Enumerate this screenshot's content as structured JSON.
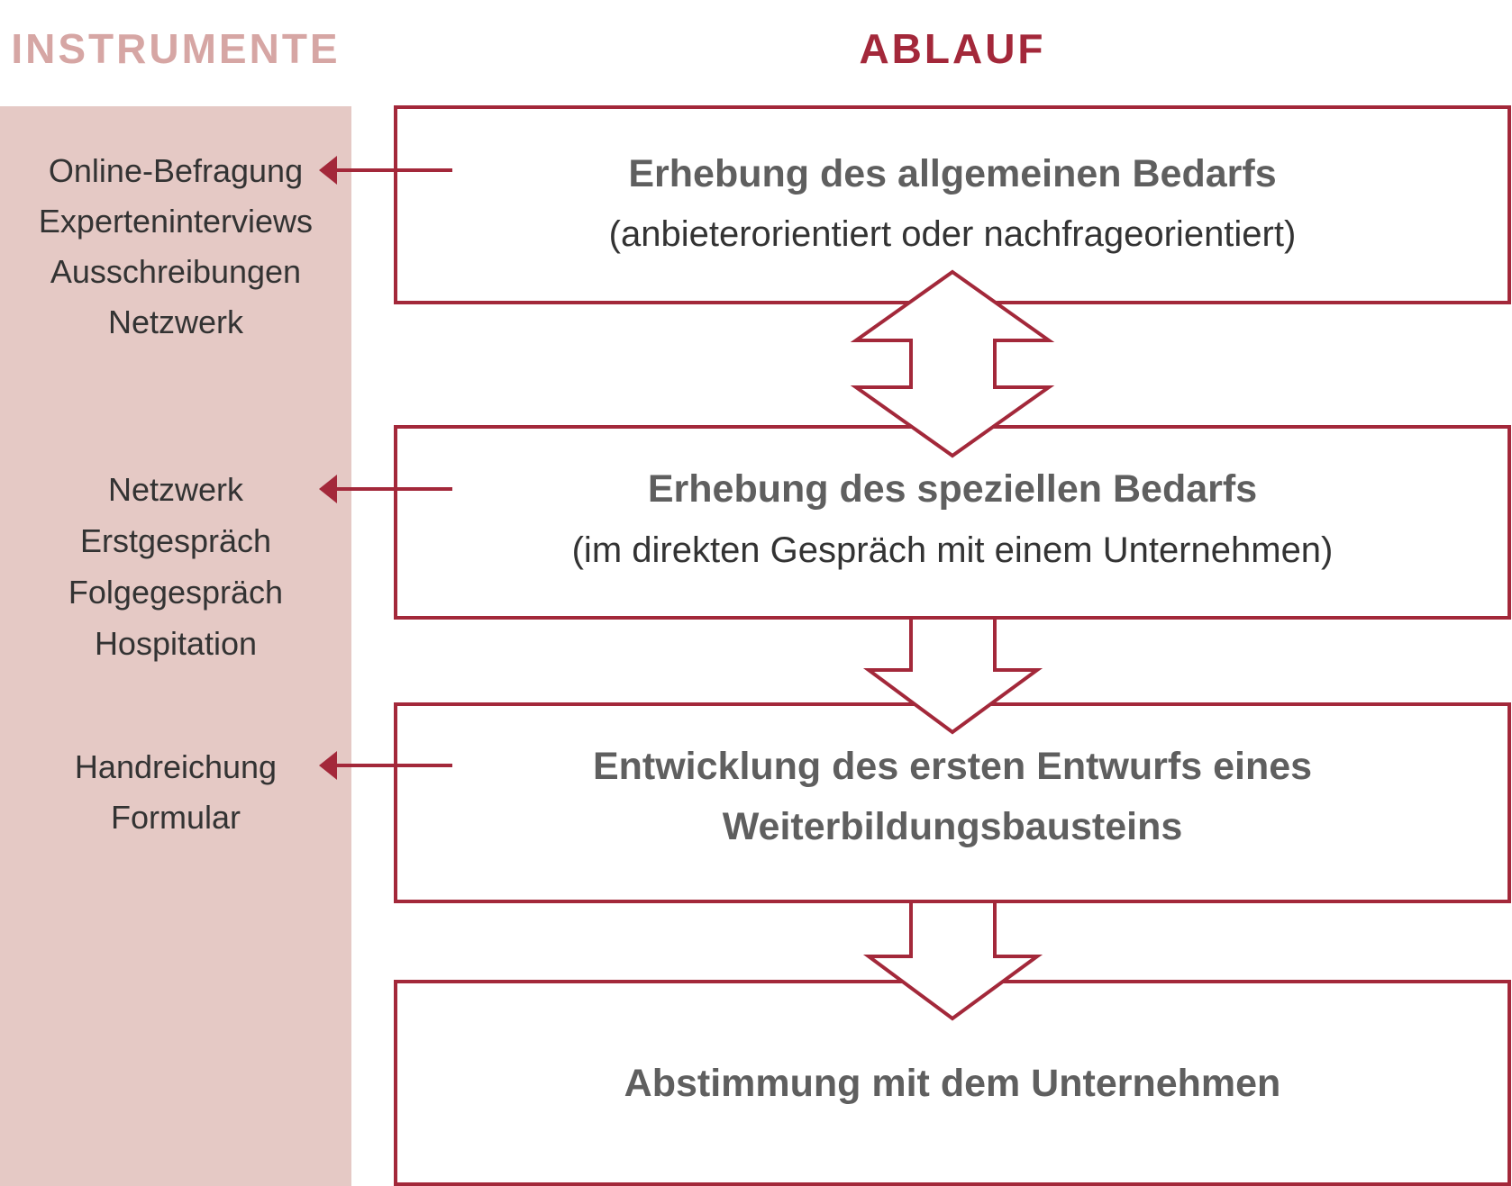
{
  "headers": {
    "left": "INSTRUMENTE",
    "right": "ABLAUF"
  },
  "colors": {
    "accent": "#a3283a",
    "left_header": "#d6a6a4",
    "left_panel": "#e5c9c5",
    "step_title": "#5f5f5f",
    "body_text": "#333333"
  },
  "instruments": [
    {
      "items": [
        "Online-Befragung",
        "Experteninterviews",
        "Ausschreibungen",
        "Netzwerk"
      ]
    },
    {
      "items": [
        "Netzwerk",
        "Erstgespräch",
        "Folgegespräch",
        "Hospitation"
      ]
    },
    {
      "items": [
        "Handreichung",
        "Formular"
      ]
    }
  ],
  "steps": [
    {
      "title": [
        "Erhebung des allgemeinen Bedarfs"
      ],
      "subtitle": "(anbieterorientiert oder nachfrageorientiert)"
    },
    {
      "title": [
        "Erhebung des speziellen Bedarfs"
      ],
      "subtitle": "(im direkten Gespräch mit einem Unternehmen)"
    },
    {
      "title": [
        "Entwicklung des ersten Entwurfs eines",
        "Weiterbildungsbausteins"
      ],
      "subtitle": ""
    },
    {
      "title": [
        "Abstimmung mit dem Unternehmen"
      ],
      "subtitle": ""
    }
  ],
  "connectors": [
    {
      "type": "bidirectional"
    },
    {
      "type": "down"
    },
    {
      "type": "down"
    }
  ]
}
